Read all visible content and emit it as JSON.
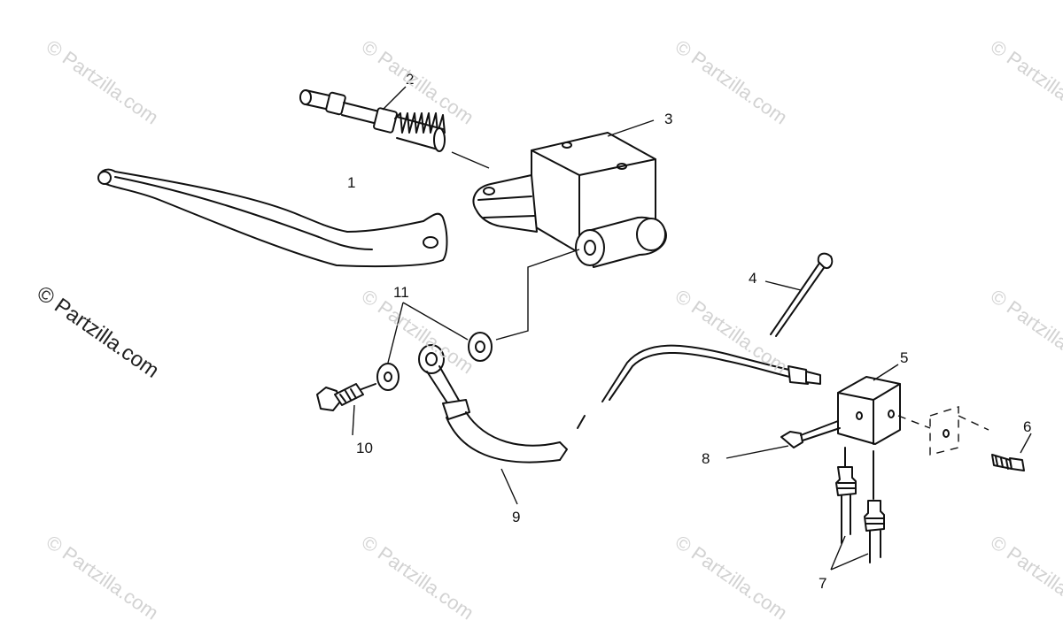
{
  "watermark": {
    "text": "© Partzilla.com",
    "main_text": "© Partzilla.com"
  },
  "callouts": [
    {
      "id": "1",
      "label": "1"
    },
    {
      "id": "2",
      "label": "2"
    },
    {
      "id": "3",
      "label": "3"
    },
    {
      "id": "4",
      "label": "4"
    },
    {
      "id": "5",
      "label": "5"
    },
    {
      "id": "6",
      "label": "6"
    },
    {
      "id": "7",
      "label": "7"
    },
    {
      "id": "8",
      "label": "8"
    },
    {
      "id": "9",
      "label": "9"
    },
    {
      "id": "10",
      "label": "10"
    },
    {
      "id": "11",
      "label": "11"
    }
  ],
  "colors": {
    "line": "#111111",
    "watermark": "#d2d2d2",
    "background": "#ffffff"
  }
}
